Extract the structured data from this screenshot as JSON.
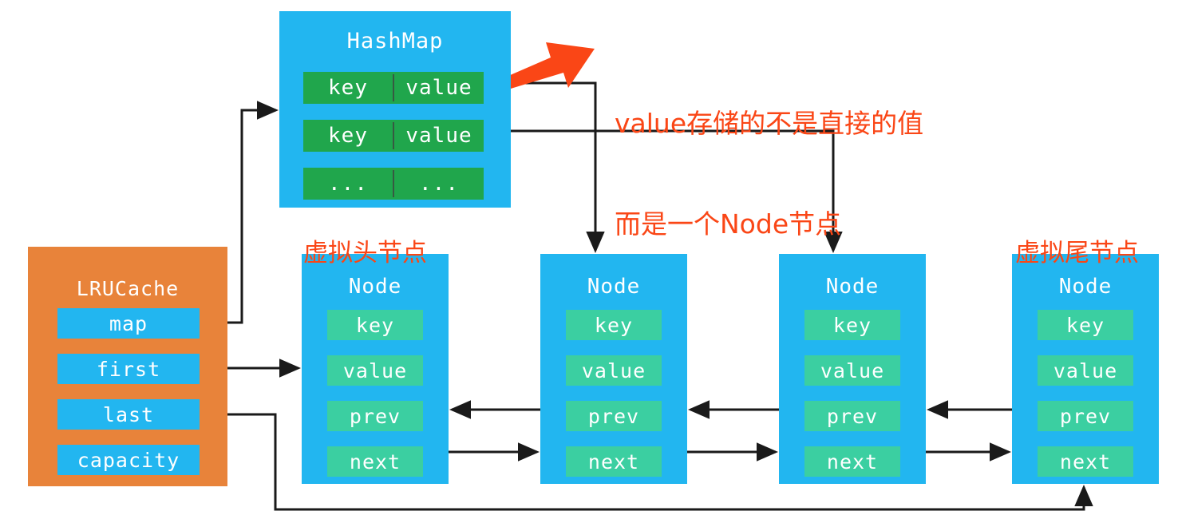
{
  "diagram": {
    "title": "LRUCache structure diagram",
    "colors": {
      "blue": "#22b6f0",
      "orange": "#e8833a",
      "hashmap_cell_green": "#20a64c",
      "node_field_green": "#3bcfa1",
      "annotation_red": "#fa4616",
      "arrow_black": "#1a1a1a"
    }
  },
  "hashmap": {
    "title": "HashMap",
    "rows": [
      {
        "key": "key",
        "value": "value"
      },
      {
        "key": "key",
        "value": "value"
      },
      {
        "key": "...",
        "value": "..."
      }
    ]
  },
  "lrucache": {
    "title": "LRUCache",
    "fields": [
      {
        "label": "map"
      },
      {
        "label": "first"
      },
      {
        "label": "last"
      },
      {
        "label": "capacity"
      }
    ]
  },
  "nodes": [
    {
      "title": "Node",
      "badge": "虚拟头节点",
      "fields": [
        {
          "label": "key"
        },
        {
          "label": "value"
        },
        {
          "label": "prev"
        },
        {
          "label": "next"
        }
      ]
    },
    {
      "title": "Node",
      "badge": "",
      "fields": [
        {
          "label": "key"
        },
        {
          "label": "value"
        },
        {
          "label": "prev"
        },
        {
          "label": "next"
        }
      ]
    },
    {
      "title": "Node",
      "badge": "",
      "fields": [
        {
          "label": "key"
        },
        {
          "label": "value"
        },
        {
          "label": "prev"
        },
        {
          "label": "next"
        }
      ]
    },
    {
      "title": "Node",
      "badge": "虚拟尾节点",
      "fields": [
        {
          "label": "key"
        },
        {
          "label": "value"
        },
        {
          "label": "prev"
        },
        {
          "label": "next"
        }
      ]
    }
  ],
  "annotations": {
    "value_note_line1": "value存储的不是直接的值",
    "value_note_line2": "而是一个Node节点",
    "head_node_label": "虚拟头节点",
    "tail_node_label": "虚拟尾节点"
  }
}
